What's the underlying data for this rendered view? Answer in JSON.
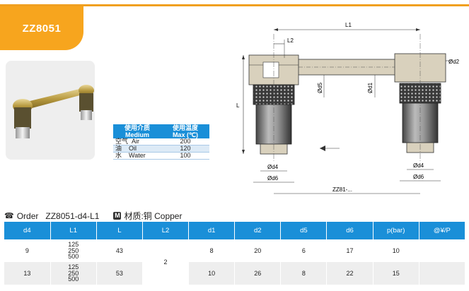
{
  "product": {
    "code": "ZZ8051"
  },
  "media_table": {
    "headers": [
      {
        "cn": "使用介质",
        "en": "Medium"
      },
      {
        "cn": "使用温度",
        "en": "Max (℃)"
      }
    ],
    "rows": [
      {
        "cn": "空气",
        "en": "Air",
        "value": "200"
      },
      {
        "cn": "油",
        "en": "Oil",
        "value": "120"
      },
      {
        "cn": "水",
        "en": "Water",
        "value": "100"
      }
    ]
  },
  "drawing": {
    "labels": {
      "L1": "L1",
      "L2": "L2",
      "d2": "Ød2",
      "d5": "Ød5",
      "d1": "Ød1",
      "L": "L",
      "d4_left": "Ød4",
      "d6_left": "Ød6",
      "d4_right": "Ød4",
      "d6_right": "Ød6",
      "series": "ZZ81-..."
    }
  },
  "order": {
    "label": "Order",
    "code": "ZZ8051-d4-L1",
    "material_icon": "M",
    "material": "材质:铜  Copper"
  },
  "spec_table": {
    "headers": [
      "d4",
      "L1",
      "L",
      "L2",
      "d1",
      "d2",
      "d5",
      "d6",
      "p(bar)",
      "@¥/P"
    ],
    "rows": [
      {
        "d4": "9",
        "L1": [
          "125",
          "250",
          "500"
        ],
        "L": "43",
        "d1": "8",
        "d2": "20",
        "d5": "6",
        "d6": "17",
        "p": "10",
        "price": ""
      },
      {
        "d4": "13",
        "L1": [
          "125",
          "250",
          "500"
        ],
        "L": "53",
        "d1": "10",
        "d2": "26",
        "d5": "8",
        "d6": "22",
        "p": "15",
        "price": ""
      }
    ],
    "L2_shared": "2"
  },
  "colors": {
    "accent_orange": "#f7a51e",
    "table_blue": "#1a8fd8",
    "part_body": "#d9d1bd",
    "knurl": "#3a3a3a"
  }
}
